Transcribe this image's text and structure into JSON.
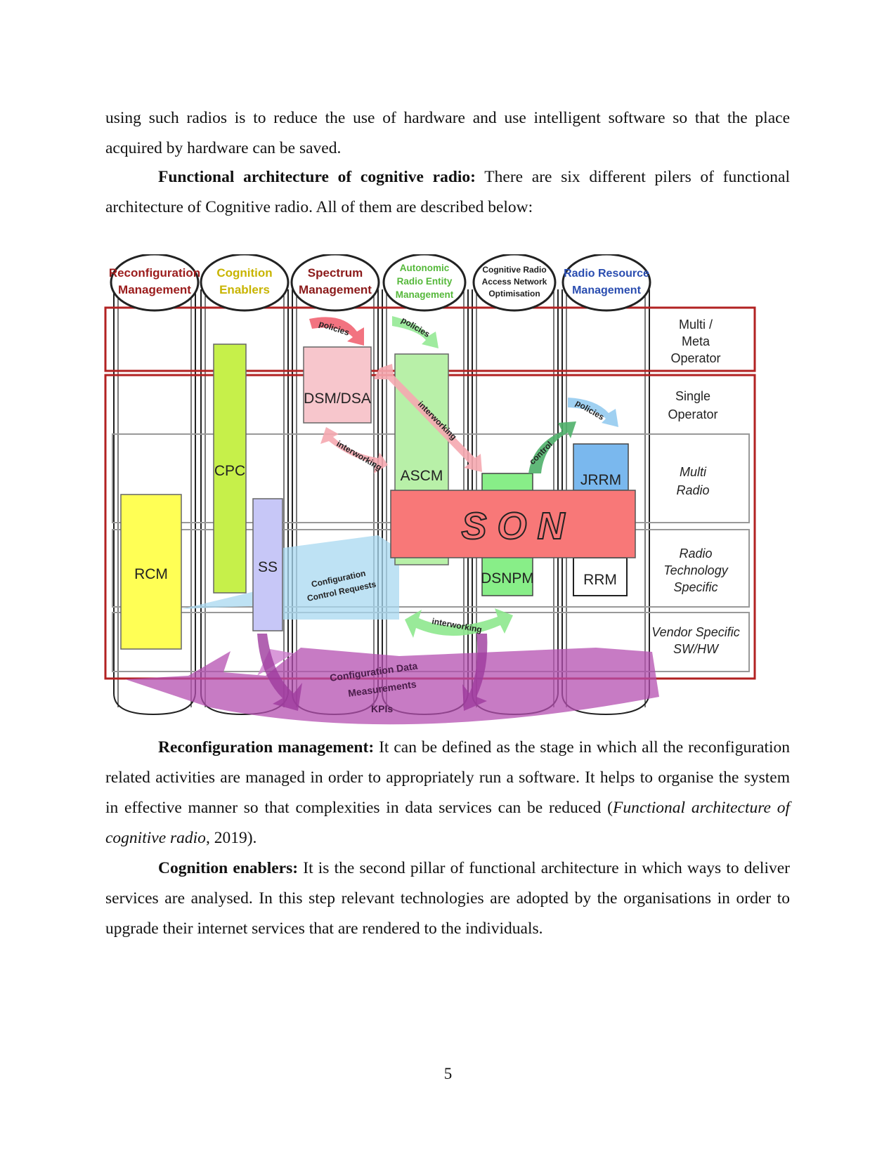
{
  "paragraphs": {
    "p1": "using such radios is to reduce the use of hardware and use intelligent software so that the place acquired by hardware can be saved.",
    "p2_bold": "Functional architecture of cognitive radio:",
    "p2_rest": " There are six different pilers of functional architecture of Cognitive radio. All of them are described below:",
    "p3_bold": "Reconfiguration management:",
    "p3_text1": " It can be defined as the stage in which all the reconfiguration related activities are managed in order to appropriately run a software. It helps to organise the system in effective manner so that complexities in data services can be reduced (",
    "p3_cite": "Functional architecture of cognitive radio",
    "p3_text2": ", 2019).",
    "p4_bold": "Cognition enablers:",
    "p4_rest": " It is the second pillar of functional architecture in which ways to deliver services are analysed. In this step relevant technologies are adopted by the organisations in order to upgrade their internet services that are rendered to the individuals."
  },
  "figure": {
    "pillars": [
      {
        "line1": "Reconfiguration",
        "line2": "Management",
        "color": "#9b1c1c"
      },
      {
        "line1": "Cognition",
        "line2": "Enablers",
        "color": "#c8b400"
      },
      {
        "line1": "Spectrum",
        "line2": "Management",
        "color": "#8b1a1a"
      },
      {
        "line1": "Autonomic",
        "line2": "Radio Entity",
        "line3": "Management",
        "color": "#55b83a"
      },
      {
        "line1": "Cognitive Radio",
        "line2": "Access Network",
        "line3": "Optimisation",
        "color": "#222222"
      },
      {
        "line1": "Radio Resource",
        "line2": "Management",
        "color": "#2a4db0"
      }
    ],
    "layers": {
      "multi_meta_1": "Multi /",
      "multi_meta_2": "Meta",
      "multi_meta_3": "Operator",
      "single_1": "Single",
      "single_2": "Operator",
      "multi_radio_1": "Multi",
      "multi_radio_2": "Radio",
      "rts_1": "Radio",
      "rts_2": "Technology",
      "rts_3": "Specific",
      "vendor_1": "Vendor Specific",
      "vendor_2": "SW/HW"
    },
    "blocks": {
      "rcm": "RCM",
      "cpc": "CPC",
      "ss": "SS",
      "dsm": "DSM/DSA",
      "ascm": "ASCM",
      "dsnpm": "DSNPM",
      "jrrm": "JRRM",
      "rrm": "RRM",
      "son": "S O N"
    },
    "arrows": {
      "policies1": "policies",
      "policies2": "policies",
      "policies3": "policies",
      "interworking1": "interworking",
      "interworking2": "interworking",
      "interworking3": "interworking",
      "control": "control",
      "config_req_1": "Configuration",
      "config_req_2": "Control Requests",
      "config_data": "Configuration Data",
      "measurements": "Measurements",
      "kpis": "KPIs"
    }
  },
  "page_number": "5"
}
